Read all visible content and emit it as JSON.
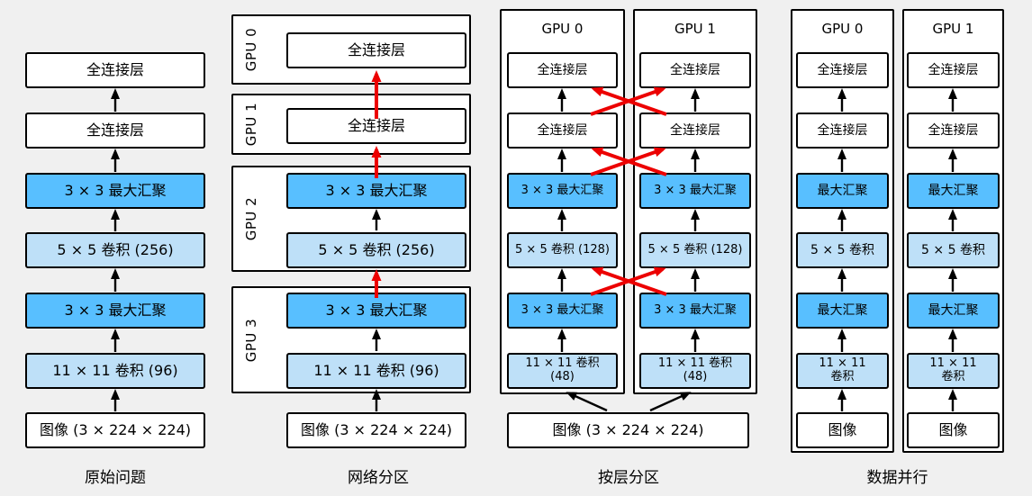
{
  "colors": {
    "background": "#f0f0f0",
    "box_bg": "#ffffff",
    "pool_blue": "#58bfff",
    "conv_blue": "#bee0f8",
    "line": "#000000",
    "arrow_red": "#ec0000"
  },
  "panels": [
    {
      "caption": "原始问题",
      "layers": [
        {
          "label": "全连接层",
          "type": "fc"
        },
        {
          "label": "全连接层",
          "type": "fc"
        },
        {
          "label": "3 × 3 最大汇聚",
          "type": "pool"
        },
        {
          "label": "5 × 5 卷积 (256)",
          "type": "conv"
        },
        {
          "label": "3 × 3 最大汇聚",
          "type": "pool"
        },
        {
          "label": "11 × 11 卷积 (96)",
          "type": "conv"
        },
        {
          "label": "图像 (3 × 224 × 224)",
          "type": "input"
        }
      ]
    },
    {
      "caption": "网络分区",
      "gpu_groups": [
        {
          "gpu": "GPU 0",
          "layers": [
            {
              "label": "全连接层",
              "type": "fc"
            }
          ]
        },
        {
          "gpu": "GPU 1",
          "layers": [
            {
              "label": "全连接层",
              "type": "fc"
            }
          ]
        },
        {
          "gpu": "GPU 2",
          "layers": [
            {
              "label": "3 × 3 最大汇聚",
              "type": "pool"
            },
            {
              "label": "5 × 5 卷积 (256)",
              "type": "conv"
            }
          ]
        },
        {
          "gpu": "GPU 3",
          "layers": [
            {
              "label": "3 × 3 最大汇聚",
              "type": "pool"
            },
            {
              "label": "11 × 11 卷积 (96)",
              "type": "conv"
            }
          ]
        }
      ],
      "input": "图像 (3 × 224 × 224)"
    },
    {
      "caption": "按层分区",
      "gpus": [
        "GPU 0",
        "GPU 1"
      ],
      "layers": [
        {
          "label": "全连接层",
          "type": "fc"
        },
        {
          "label": "全连接层",
          "type": "fc"
        },
        {
          "label": "3 × 3 最大汇聚",
          "type": "pool"
        },
        {
          "label": "5 × 5 卷积 (128)",
          "type": "conv"
        },
        {
          "label": "3 × 3 最大汇聚",
          "type": "pool"
        },
        {
          "lines": [
            "11 × 11 卷积",
            "(48)"
          ],
          "type": "conv"
        }
      ],
      "input": "图像 (3 × 224 × 224)"
    },
    {
      "caption": "数据并行",
      "gpus": [
        "GPU 0",
        "GPU 1"
      ],
      "layers": [
        {
          "label": "全连接层",
          "type": "fc"
        },
        {
          "label": "全连接层",
          "type": "fc"
        },
        {
          "label": "最大汇聚",
          "type": "pool"
        },
        {
          "label": "5 × 5 卷积",
          "type": "conv"
        },
        {
          "label": "最大汇聚",
          "type": "pool"
        },
        {
          "lines": [
            "11 × 11",
            "卷积"
          ],
          "type": "conv"
        },
        {
          "label": "图像",
          "type": "input"
        }
      ]
    }
  ]
}
